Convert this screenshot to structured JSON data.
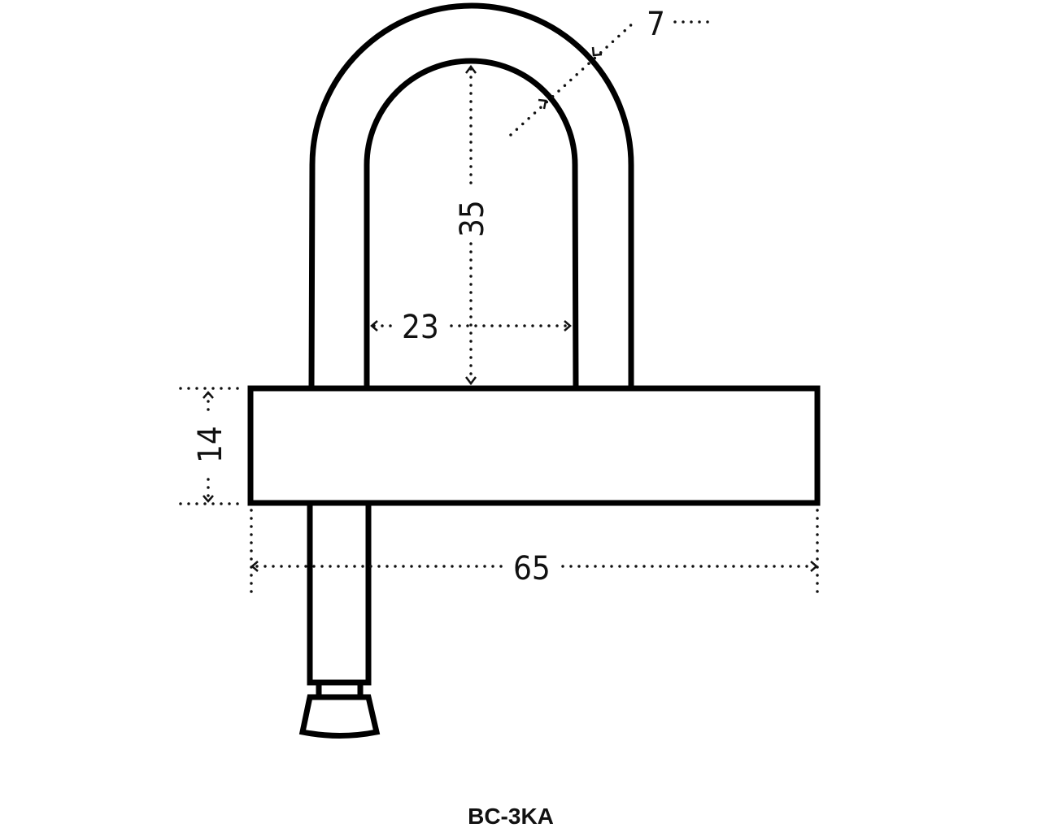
{
  "diagram": {
    "title": "BC-3KA",
    "dimensions": {
      "shackle_thickness": "7",
      "inner_height": "35",
      "inner_width": "23",
      "body_height": "14",
      "body_width": "65"
    },
    "colors": {
      "line": "#000000",
      "background": "#ffffff"
    }
  }
}
